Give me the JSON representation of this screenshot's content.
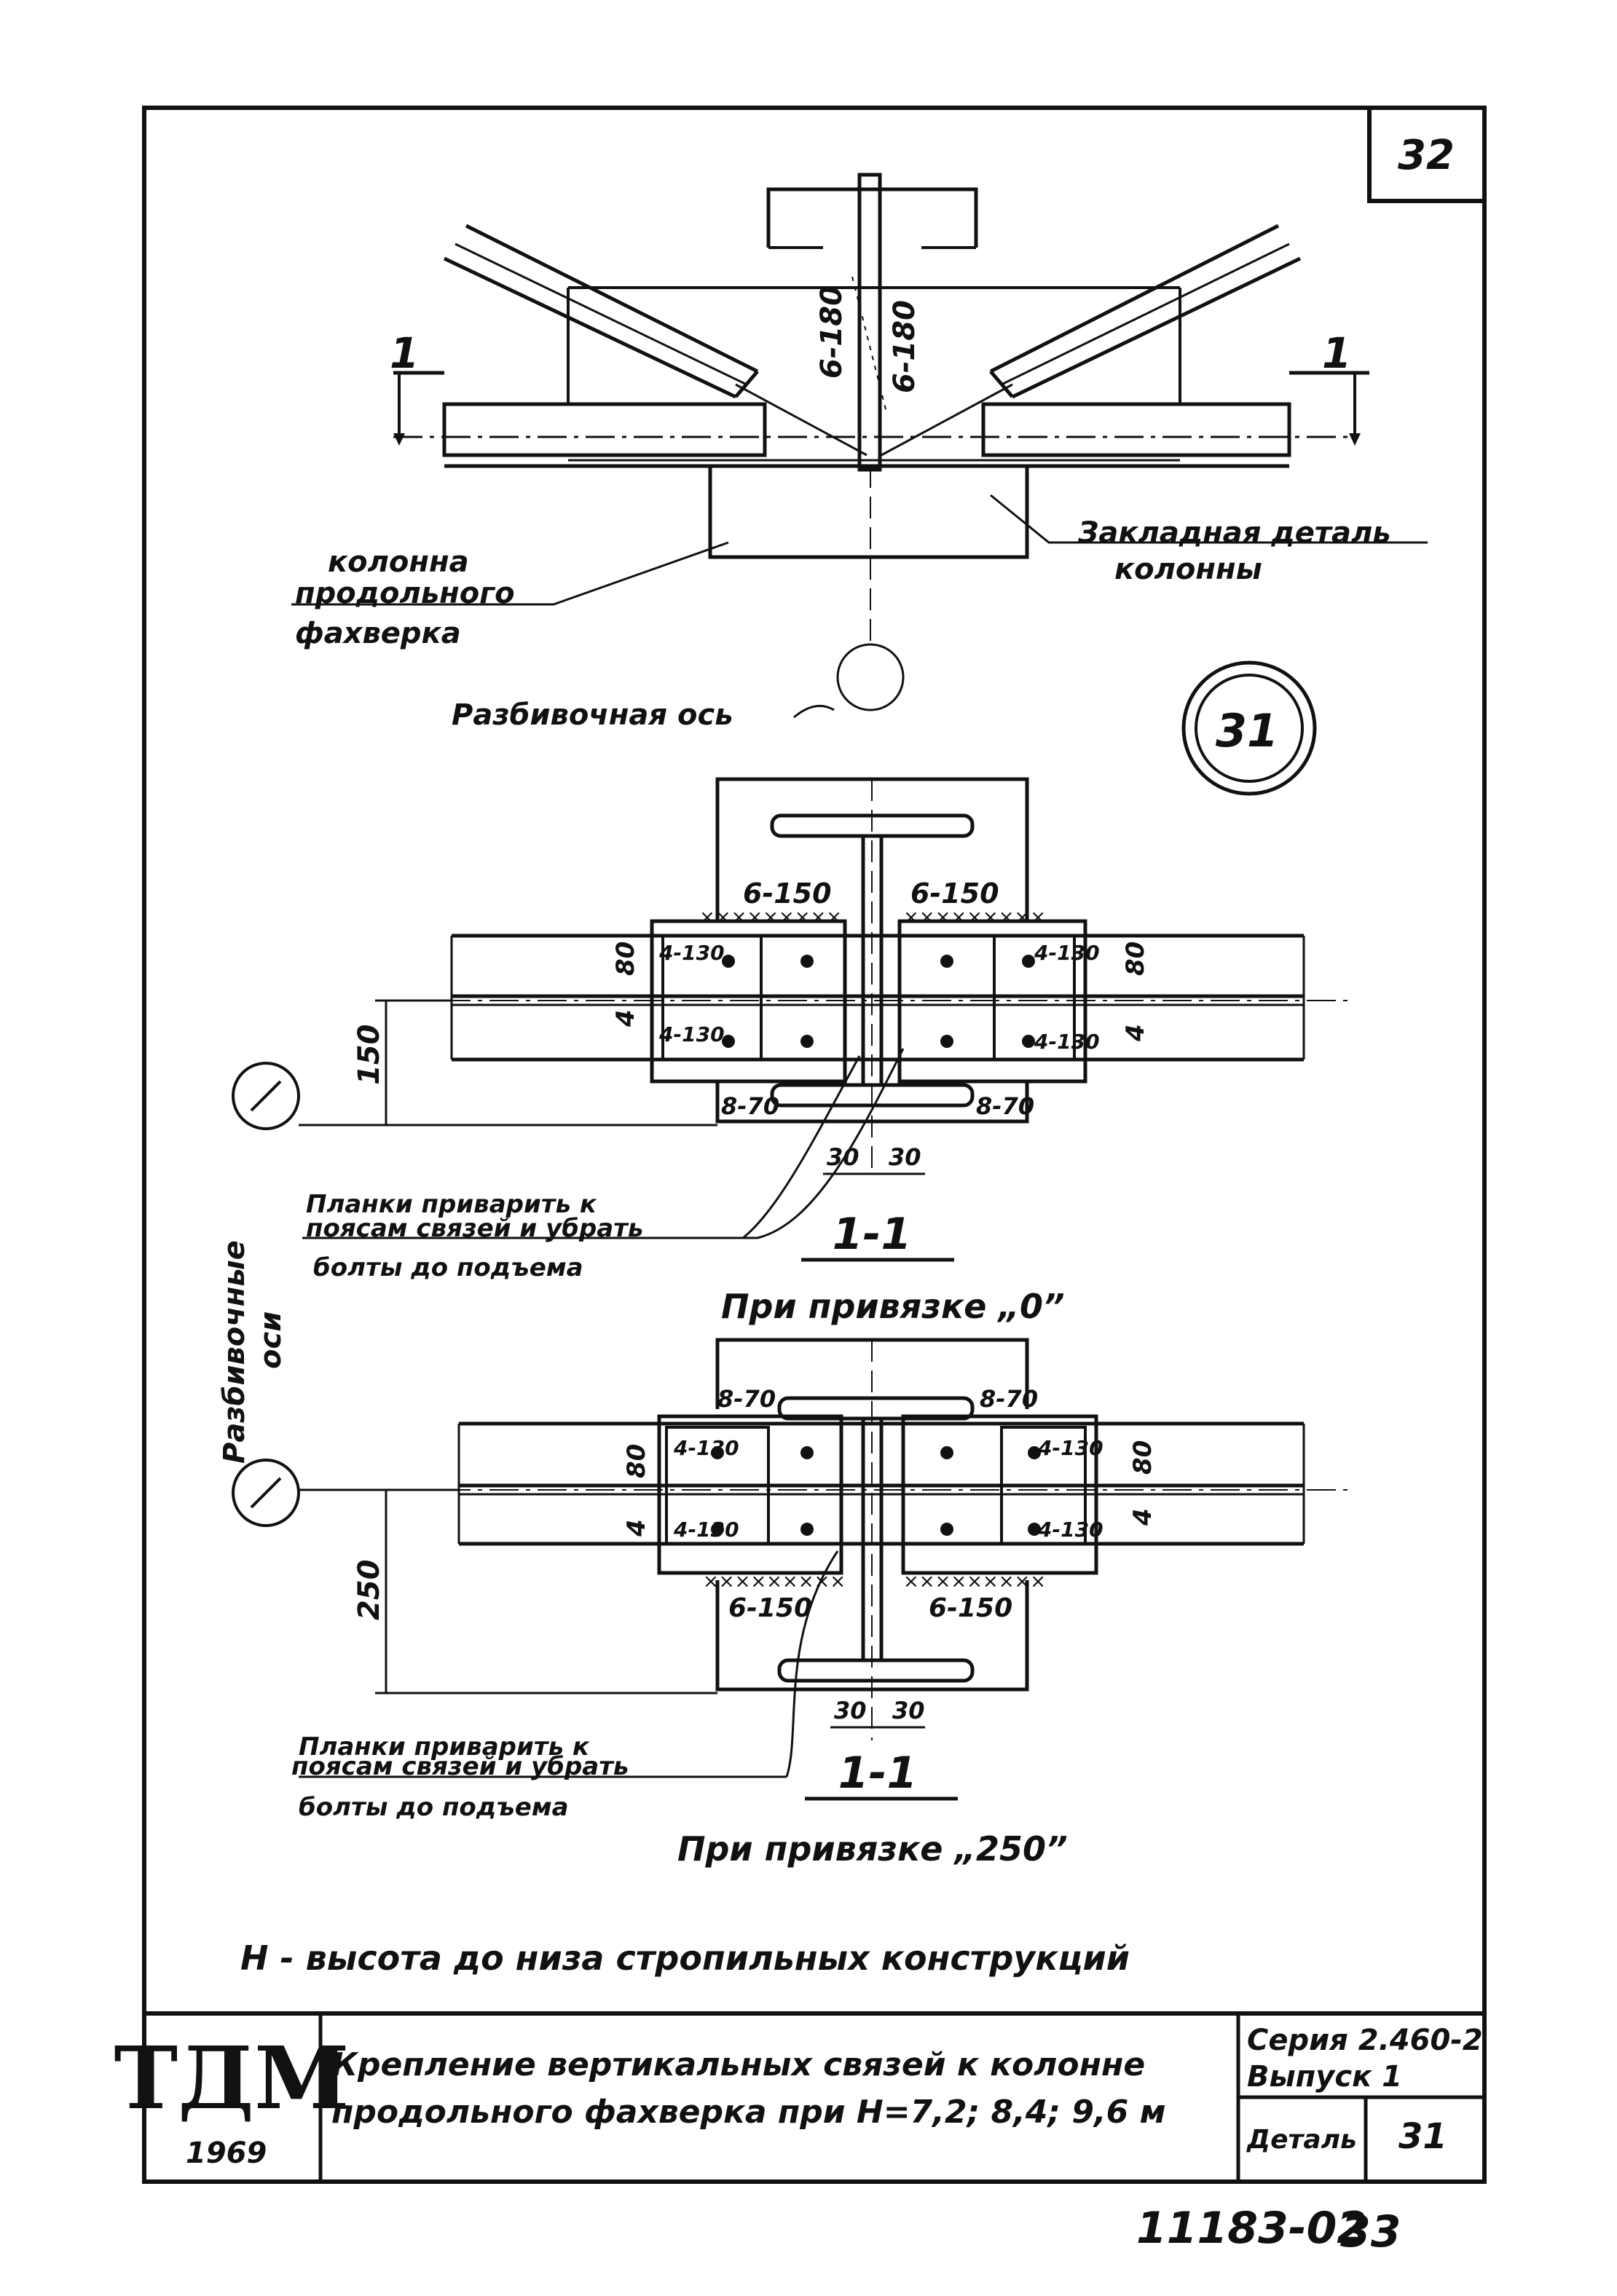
{
  "sheet_number": "32",
  "detail_callout": "31",
  "top_view": {
    "weld_left": "6-180",
    "weld_right": "6-180",
    "section_mark": "1",
    "column_label_lines": [
      "колонна",
      "продольного",
      "фахверка"
    ],
    "embedded_part_lines": [
      "Закладная деталь",
      "колонны"
    ],
    "axis_label": "Разбивочная ось"
  },
  "section_0": {
    "weld_left": "6-150",
    "weld_right": "6-150",
    "bolts_ul": "4-130",
    "bolts_ur": "4-130",
    "bolts_ll": "4-130",
    "bolts_lr": "4-130",
    "weld_bl": "8-70",
    "weld_br": "8-70",
    "dim_80_left": "80",
    "dim_80_right": "80",
    "dim_4_left": "4",
    "dim_4_right": "4",
    "dim_offset": "150",
    "dim_30_left": "30",
    "dim_30_right": "30",
    "note_lines": [
      "Планки приварить к",
      "поясам связей и убрать",
      "болты до подъема"
    ],
    "section_title": "1-1",
    "caption": "При привязке „0”"
  },
  "section_250": {
    "weld_tl": "8-70",
    "weld_tr": "8-70",
    "bolts_ul": "4-130",
    "bolts_ur": "4-130",
    "bolts_ll": "4-130",
    "bolts_lr": "4-130",
    "weld_bl": "6-150",
    "weld_br": "6-150",
    "dim_80_left": "80",
    "dim_80_right": "80",
    "dim_4_left": "4",
    "dim_4_right": "4",
    "dim_offset": "250",
    "dim_30_left": "30",
    "dim_30_right": "30",
    "note_lines": [
      "Планки приварить к",
      "поясам связей и убрать",
      "болты до подъема"
    ],
    "section_title": "1-1",
    "caption": "При привязке „250”"
  },
  "axes_vertical_label_lines": [
    "Разбивочные",
    "оси"
  ],
  "footnote": "H - высота до низа стропильных конструкций",
  "title_block": {
    "logo": "ТДМ",
    "year": "1969",
    "title_lines": [
      "Крепление вертикальных связей к колонне",
      "продольного фахверка при H=7,2; 8,4; 9,6 м"
    ],
    "series": "Серия 2.460-2",
    "issue": "Выпуск 1",
    "detail_label": "Деталь",
    "detail_number": "31"
  },
  "doc_code": "11183-02",
  "page_number": "33"
}
